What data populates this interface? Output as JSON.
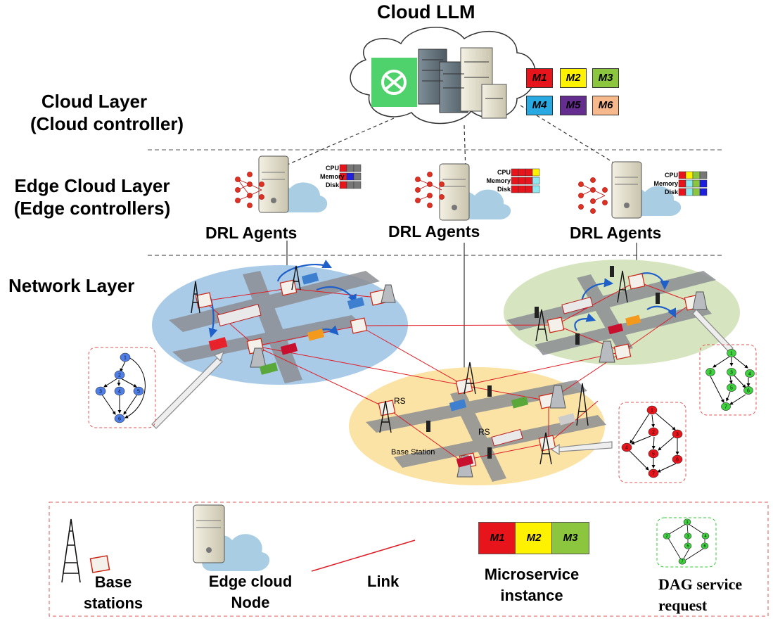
{
  "title": "Cloud LLM",
  "layers": {
    "cloud": [
      "Cloud Layer",
      "(Cloud controller)"
    ],
    "edge": [
      "Edge Cloud Layer",
      "(Edge controllers)"
    ],
    "network": "Network Layer"
  },
  "drl_label": "DRL Agents",
  "resources": {
    "cpu": "CPU",
    "memory": "Memory",
    "disk": "Disk"
  },
  "microservices": [
    {
      "label": "M1",
      "color": "#e8141b"
    },
    {
      "label": "M2",
      "color": "#fff200"
    },
    {
      "label": "M3",
      "color": "#8cc63f"
    },
    {
      "label": "M4",
      "color": "#29a9e1"
    },
    {
      "label": "M5",
      "color": "#662d91"
    },
    {
      "label": "M6",
      "color": "#f7b98b"
    }
  ],
  "map_labels": {
    "rs1": "RS",
    "rs2": "RS",
    "base_station": "Base Station"
  },
  "dag_nodes": {
    "blue": [
      "1",
      "2",
      "3",
      "4",
      "5",
      "6"
    ],
    "green": [
      "1",
      "2",
      "3",
      "4",
      "5",
      "6",
      "7"
    ],
    "red": [
      "1",
      "2",
      "3",
      "4",
      "5",
      "6",
      "7"
    ]
  },
  "legend": {
    "base_stations": [
      "Base",
      "stations"
    ],
    "edge_node": [
      "Edge cloud",
      "Node"
    ],
    "link": "Link",
    "microservice": [
      "Microservice",
      "instance"
    ],
    "microservice_boxes": [
      "M1",
      "M2",
      "M3"
    ],
    "dag": [
      "DAG service",
      "request"
    ]
  },
  "colors": {
    "blue_region": "#a9cbe8",
    "green_region": "#d6e4bf",
    "yellow_region": "#fbe3a6",
    "link": "#e01b24",
    "llm_logo": "#4fd16b"
  }
}
